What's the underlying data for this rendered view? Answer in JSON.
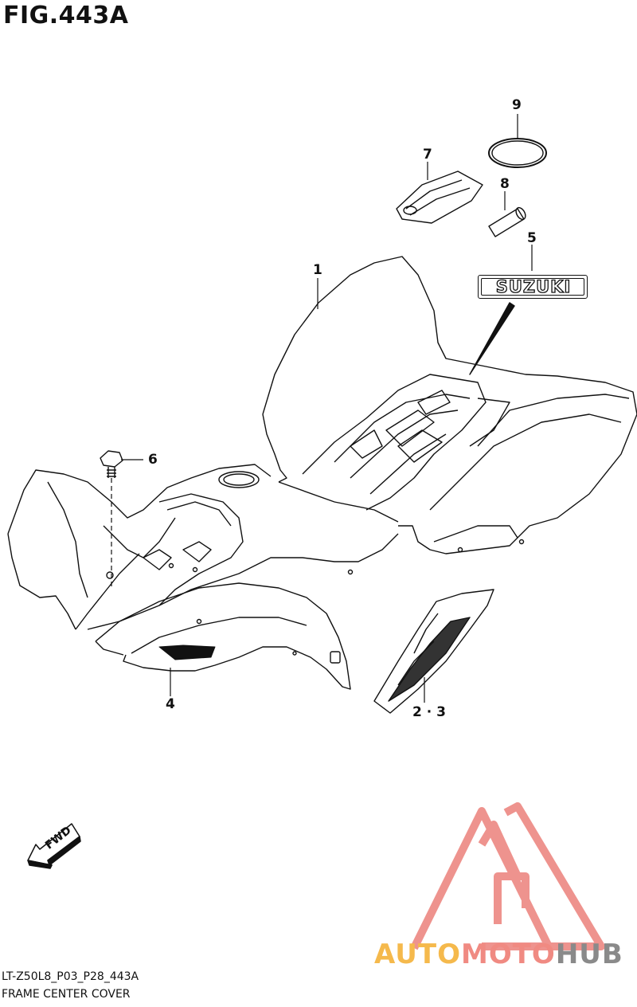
{
  "figure": {
    "title": "FIG.443A",
    "code": "LT-Z50L8_P03_P28_443A",
    "name": "FRAME CENTER COVER"
  },
  "callouts": {
    "part_1": "1",
    "part_2_3": "2 · 3",
    "part_4": "4",
    "part_5": "5",
    "part_6": "6",
    "part_7": "7",
    "part_8": "8",
    "part_9": "9"
  },
  "emblem": {
    "text": "SUZUKI"
  },
  "arrow": {
    "label": "FWD"
  },
  "watermark": {
    "part1": "AUTO",
    "part2": "MOTO",
    "part3": "HUB",
    "colors": {
      "auto": "#f5b94c",
      "moto": "#f08a82",
      "hub": "#8a8a8a",
      "triangle": "#ee8e88"
    }
  }
}
